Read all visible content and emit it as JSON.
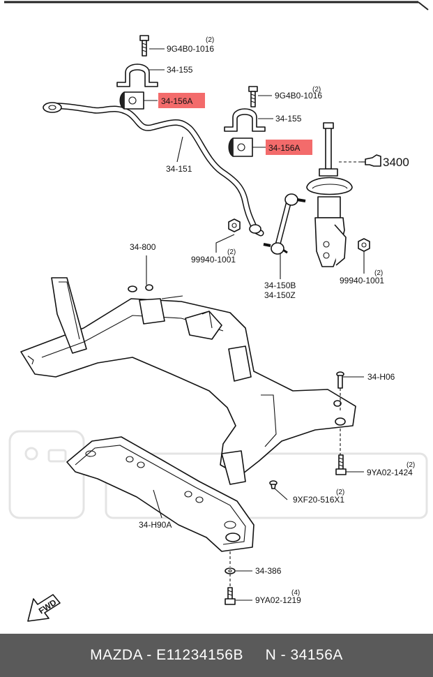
{
  "labels": {
    "bolt_upper_left": "9G4B0-1016",
    "bolt_upper_left_qty": "(2)",
    "bracket_left": "34-155",
    "bushing_left": "34-156A",
    "bolt_upper_right": "9G4B0-1016",
    "bolt_upper_right_qty": "(2)",
    "bracket_right": "34-155",
    "bushing_right": "34-156A",
    "strut_ref": "3400",
    "stabilizer_bar": "34-151",
    "nut_left": "99940-1001",
    "nut_left_qty": "(2)",
    "link_b": "34-150B",
    "link_z": "34-150Z",
    "nut_right": "99940-1001",
    "nut_right_qty": "(2)",
    "crossmember": "34-800",
    "bolt_h06": "34-H06",
    "bolt_1424": "9YA02-1424",
    "bolt_1424_qty": "(2)",
    "bolt_516": "9XF20-516X1",
    "bolt_516_qty": "(2)",
    "plate": "34-H90A",
    "washer": "34-386",
    "bolt_1219": "9YA02-1219",
    "bolt_1219_qty": "(4)",
    "fwd": "FWD"
  },
  "footer": {
    "text": "MAZDA - E11234156B     N - 34156A"
  },
  "colors": {
    "highlight": "#f36b6b",
    "footer_bg": "#5a5a5a",
    "footer_text": "#ffffff"
  }
}
